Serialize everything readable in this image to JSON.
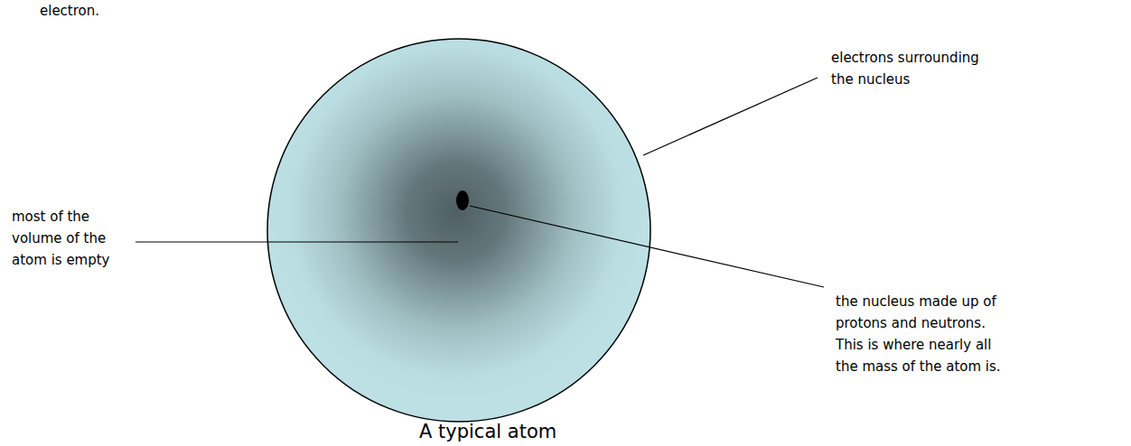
{
  "diagram": {
    "caption": "A typical atom",
    "labels": [
      "electron.",
      "electrons surrounding the nucleus",
      "most of the volume of the atom is empty",
      "the nucleus made up of protons and neutrons. This is where nearly all the mass of the atom is."
    ]
  }
}
